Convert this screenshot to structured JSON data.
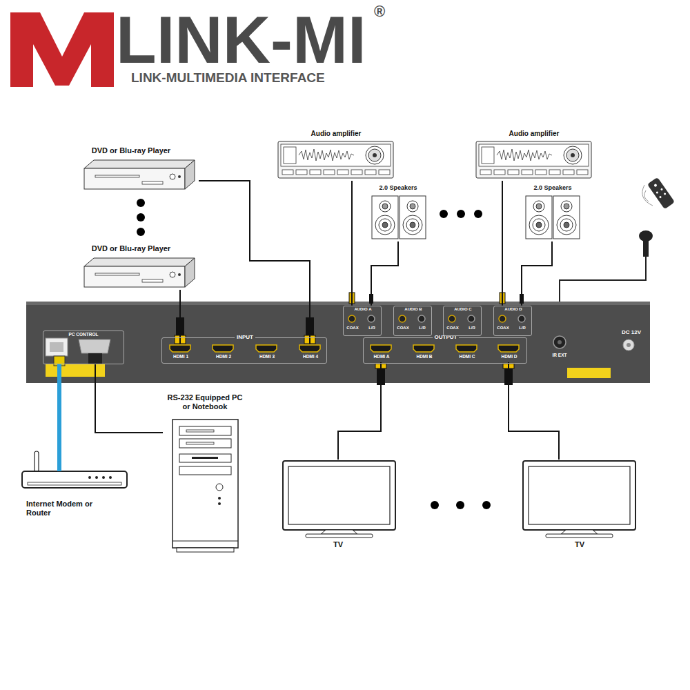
{
  "diagram": {
    "nodes": [
      {
        "text": [
          "DC 12V"
        ]
      },
      {
        "text": [
          "PC CONTROL"
        ],
        "in": 0
      },
      {
        "text": [
          "INPUT"
        ],
        "in": 0
      },
      {
        "text": [
          "HDMI 1"
        ],
        "in": 2
      },
      {
        "text": [
          "HDMI 2"
        ],
        "in": 2
      },
      {
        "text": [
          "HDMI 3"
        ],
        "in": 2
      },
      {
        "text": [
          "HDMI 4"
        ],
        "in": 2
      },
      {
        "text": [
          "OUTPUT"
        ],
        "in": 0
      },
      {
        "text": [
          "HDMI A"
        ],
        "in": 7
      },
      {
        "text": [
          "HDMI B"
        ],
        "in": 7
      },
      {
        "text": [
          "HDMI C"
        ],
        "in": 7
      },
      {
        "text": [
          "HDMI D"
        ],
        "in": 7
      },
      {
        "text": [
          "AUDIO A",
          "COAX",
          "L/R"
        ],
        "in": 0
      },
      {
        "text": [
          "AUDIO B",
          "COAX",
          "L/R"
        ],
        "in": 0
      },
      {
        "text": [
          "AUDIO C",
          "COAX",
          "L/R"
        ],
        "in": 0
      },
      {
        "text": [
          "AUDIO D",
          "COAX",
          "L/R"
        ],
        "in": 0
      },
      {
        "text": [
          "IR EXT"
        ],
        "in": 0
      },
      {
        "text": [
          "DVD or Blu-ray Player"
        ]
      },
      {
        "text": [
          "DVD or Blu-ray Player"
        ]
      },
      {
        "text": [
          "Audio amplifier"
        ]
      },
      {
        "text": [
          "Audio amplifier"
        ]
      },
      {
        "text": [
          "2.0 Speakers"
        ]
      },
      {
        "text": [
          "2.0 Speakers"
        ]
      },
      {
        "text": [
          "RS-232 Equipped PC or Notebook"
        ]
      },
      {
        "text": [
          "Internet Modem or Router"
        ]
      },
      {
        "text": [
          "TV"
        ]
      },
      {
        "text": [
          "TV"
        ]
      }
    ],
    "edges": [
      {
        "from": 17,
        "to": 6,
        "arrow": "none"
      },
      {
        "from": 18,
        "to": 3,
        "arrow": "none"
      },
      {
        "from": 19,
        "to": 12,
        "arrow": "none"
      },
      {
        "from": 21,
        "to": 12,
        "arrow": "none"
      },
      {
        "from": 20,
        "to": 15,
        "arrow": "none"
      },
      {
        "from": 22,
        "to": 15,
        "arrow": "none"
      },
      {
        "from": 8,
        "to": 25,
        "arrow": "none"
      },
      {
        "from": 11,
        "to": 26,
        "arrow": "none"
      },
      {
        "from": 24,
        "to": 1,
        "arrow": "none"
      },
      {
        "from": 23,
        "to": 1,
        "arrow": "none"
      }
    ],
    "labels": [
      "LINK-MI",
      "®",
      "LINK-MULTIMEDIA INTERFACE"
    ]
  }
}
